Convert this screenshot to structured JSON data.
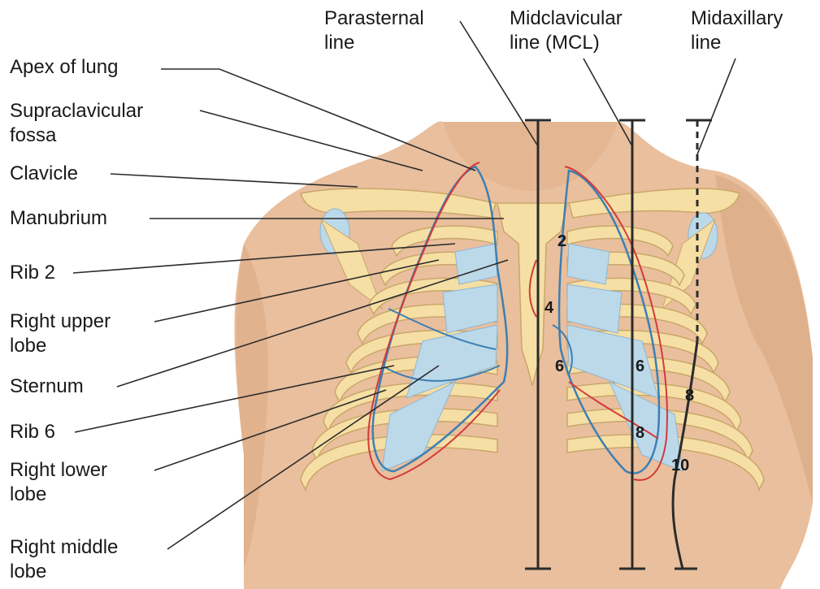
{
  "title_lines": {
    "parasternal": [
      "Parasternal",
      "line"
    ],
    "midclavicular": [
      "Midclavicular",
      "line (MCL)"
    ],
    "midaxillary": [
      "Midaxillary",
      "line"
    ]
  },
  "labels": {
    "apex_of_lung": [
      "Apex of lung"
    ],
    "supraclavicular_fossa": [
      "Supraclavicular",
      "fossa"
    ],
    "clavicle": [
      "Clavicle"
    ],
    "manubrium": [
      "Manubrium"
    ],
    "rib_2": [
      "Rib 2"
    ],
    "right_upper_lobe": [
      "Right upper",
      "lobe"
    ],
    "sternum": [
      "Sternum"
    ],
    "rib_6": [
      "Rib 6"
    ],
    "right_lower_lobe": [
      "Right lower",
      "lobe"
    ],
    "right_middle_lobe": [
      "Right middle",
      "lobe"
    ]
  },
  "rib_numbers": {
    "n2": "2",
    "n4": "4",
    "n6_left": "6",
    "n6_right": "6",
    "n8_mcl": "8",
    "n8_axillary": "8",
    "n10": "10"
  },
  "colors": {
    "skin": "#e9bf9d",
    "skin_shadow": "#d9a680",
    "bone": "#f6dfa4",
    "bone_edge": "#c9a76a",
    "pleura_blue": "#bcd9ea",
    "lung_blue_line": "#3d7fb3",
    "lung_red_line": "#d33a3a",
    "line_dark": "#2b2b2b"
  }
}
